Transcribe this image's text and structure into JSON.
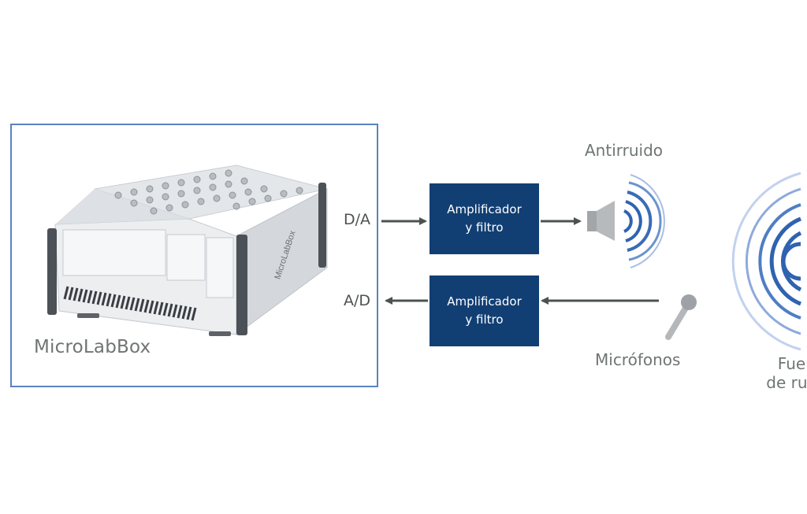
{
  "microlabbox": {
    "label": "MicroLabBox",
    "device_badge": "MicroLabBox"
  },
  "signals": {
    "da": "D/A",
    "ad": "A/D"
  },
  "amplifiers": [
    {
      "line1": "Amplificador",
      "line2": "y filtro"
    },
    {
      "line1": "Amplificador",
      "line2": "y filtro"
    }
  ],
  "speaker": {
    "label": "Antirruido"
  },
  "microphone": {
    "label": "Micrófonos"
  },
  "noise_source": {
    "line1": "Fuente",
    "line2": "de ruido"
  },
  "colors": {
    "frame": "#5a82c0",
    "amp_box": "#123f73",
    "arrow": "#4d5251",
    "wave_dark": "#2e63b0",
    "wave_light": "#a9bfe4",
    "label_gray": "#6f7573"
  }
}
